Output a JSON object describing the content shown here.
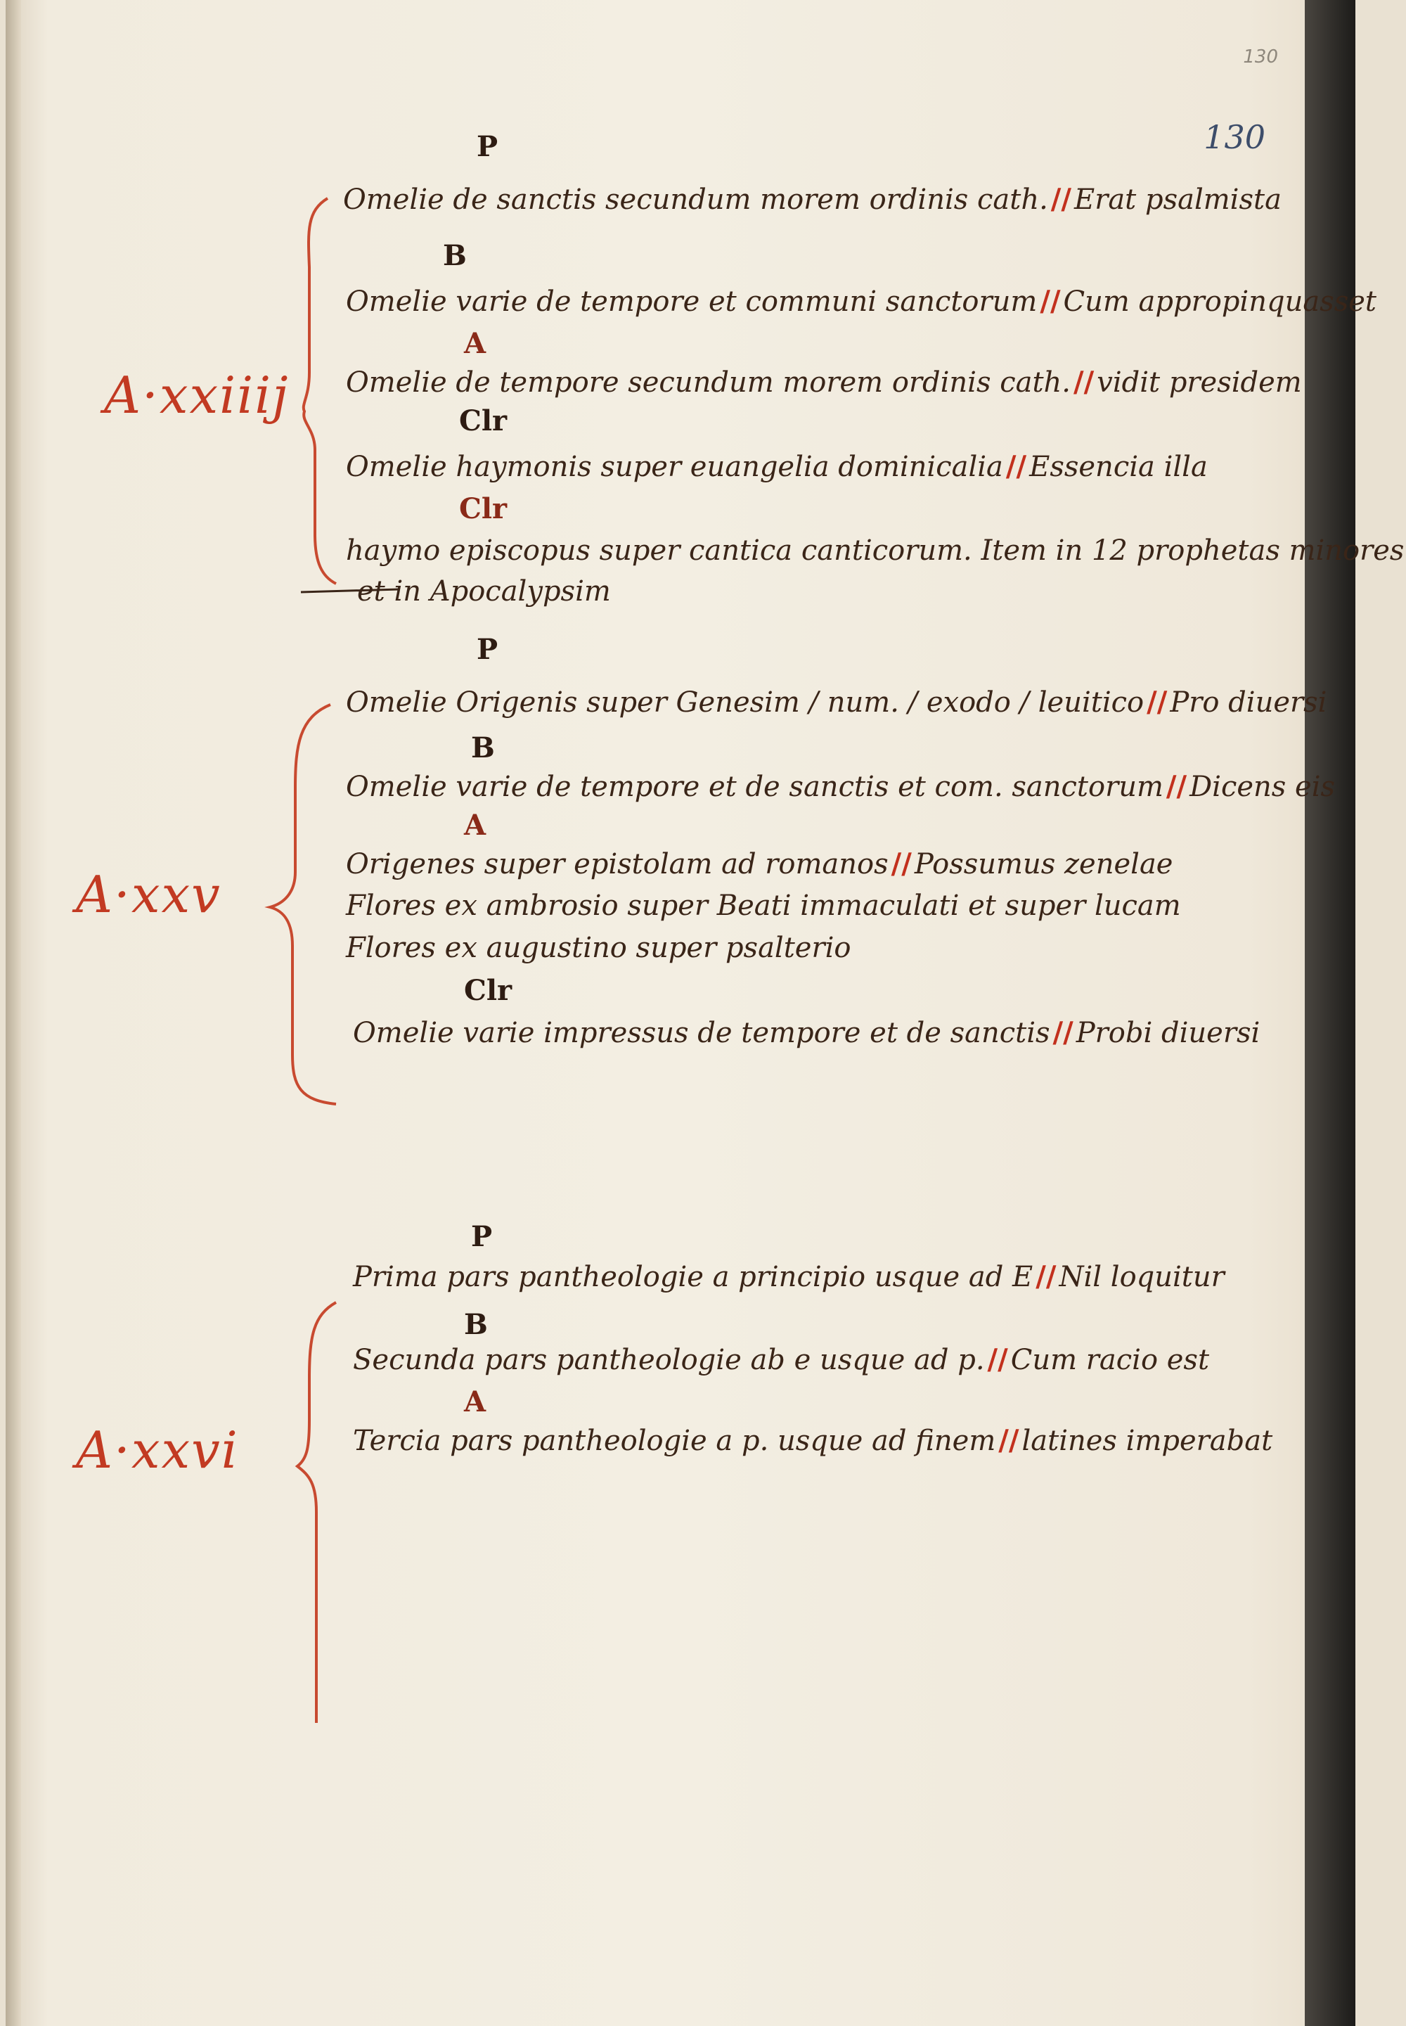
{
  "folio": {
    "pencil": "130",
    "ink": "130"
  },
  "groups": [
    {
      "roman": "A·xxiiij",
      "entries": [
        {
          "letter": "P",
          "before": "Omelie de sanctis secundum morem ordinis cath.",
          "after": "Erat psalmista"
        },
        {
          "letter": "B",
          "before": "Omelie varie de tempore et communi sanctorum",
          "after": "Cum appropinquasset"
        },
        {
          "letter": "A",
          "before": "Omelie de tempore secundum morem ordinis cath.",
          "after": "vidit presidem"
        },
        {
          "letter": "Clr",
          "before": "Omelie haymonis super euangelia dominicalia",
          "after": "Essencia illa"
        },
        {
          "letter": "Clr",
          "before": "haymo episcopus super cantica canticorum. Item in 12 prophetas minores",
          "after": ""
        }
      ],
      "continuation": "et in Apocalypsim"
    },
    {
      "roman": "A·xxv",
      "entries": [
        {
          "letter": "P",
          "before": "Omelie Origenis super Genesim / num. / exodo / leuitico",
          "after": "Pro diuersi"
        },
        {
          "letter": "B",
          "before": "Omelie varie de tempore et de sanctis et com. sanctorum",
          "after": "Dicens eis"
        },
        {
          "letter": "A",
          "before": "Origenes super epistolam ad romanos",
          "after": "Possumus zenelae"
        },
        {
          "letter": "",
          "before": "Flores ex ambrosio super Beati immaculati et super lucam",
          "after": ""
        },
        {
          "letter": "",
          "before": "Flores ex augustino super psalterio",
          "after": ""
        },
        {
          "letter": "Clr",
          "before": "Omelie varie impressus de tempore et de sanctis",
          "after": "Probi diuersi"
        }
      ]
    },
    {
      "roman": "A·xxvi",
      "entries": [
        {
          "letter": "P",
          "before": "Prima pars pantheologie a principio usque ad E",
          "after": "Nil loquitur"
        },
        {
          "letter": "B",
          "before": "Secunda pars pantheologie ab e usque ad p.",
          "after": "Cum racio est"
        },
        {
          "letter": "A",
          "before": "Tercia pars pantheologie a p. usque ad finem",
          "after": "latines imperabat"
        }
      ]
    }
  ],
  "colors": {
    "rubric": "#c23a22",
    "ink": "#3a2518",
    "paper": "#f3eee2"
  }
}
